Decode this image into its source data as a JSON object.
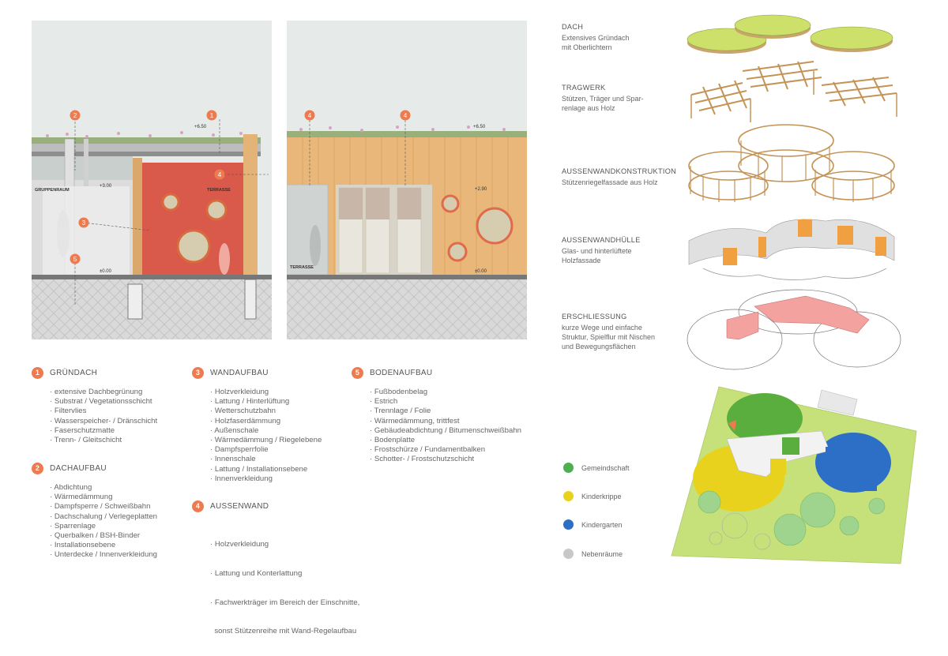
{
  "section_left": {
    "markers": [
      "2",
      "1",
      "3",
      "4",
      "5"
    ],
    "level_top": "+6.50",
    "level_mid": "+3.00",
    "level_zero": "±0.00",
    "room_label": "GRUPPENRAUM",
    "terrace_label": "TERRASSE"
  },
  "section_right": {
    "markers": [
      "4",
      "4"
    ],
    "level_top": "+6.50",
    "level_window": "+2.90",
    "level_zero": "±0.00",
    "terrace_label": "TERRASSE"
  },
  "legend": [
    {
      "num": "1",
      "title": "GRÜNDACH",
      "items": [
        "· extensive Dachbegrünung",
        "· Substrat / Vegetationsschicht",
        "· Filtervlies",
        "· Wasserspeicher- / Dränschicht",
        "· Faserschutzmatte",
        "· Trenn- / Gleitschicht"
      ]
    },
    {
      "num": "2",
      "title": "DACHAUFBAU",
      "items": [
        "· Abdichtung",
        "· Wärmedämmung",
        "· Dampfsperre / Schweißbahn",
        "· Dachschalung / Verlegeplatten",
        "· Sparrenlage",
        "· Querbalken / BSH-Binder",
        "· Installationsebene",
        "· Unterdecke / Innenverkleidung"
      ]
    },
    {
      "num": "3",
      "title": "WANDAUFBAU",
      "items": [
        "· Holzverkleidung",
        "· Lattung / Hinterlüftung",
        "· Wetterschutzbahn",
        "· Holzfaserdämmung",
        "· Außenschale",
        "· Wärmedämmung / Riegelebene",
        "· Dampfsperrfolie",
        "· Innenschale",
        "· Lattung / Installationsebene",
        "· Innenverkleidung"
      ]
    },
    {
      "num": "4",
      "title": "AUSSENWAND",
      "items": [
        "· Holzverkleidung",
        "· Lattung und Konterlattung",
        "· Fachwerkträger im Bereich der Einschnitte,",
        "  sonst Stützenreihe mit Wand-Regelaufbau"
      ]
    },
    {
      "num": "5",
      "title": "BODENAUFBAU",
      "items": [
        "· Fußbodenbelag",
        "· Estrich",
        "· Trennlage / Folie",
        "· Wärmedämmung, trittfest",
        "· Gebäudeabdichtung / Bitumenschweißbahn",
        "· Bodenplatte",
        "· Frostschürze / Fundamentbalken",
        "· Schotter- / Frostschutzschicht"
      ]
    }
  ],
  "exploded": [
    {
      "title": "DACH",
      "lines": [
        "Extensives Gründach",
        "mit Oberlichtern"
      ]
    },
    {
      "title": "TRAGWERK",
      "lines": [
        "Stützen, Träger und Spar-",
        "renlage aus Holz"
      ]
    },
    {
      "title": "AUSSENWANDKONSTRUKTION",
      "lines": [
        "Stützenriegelfassade aus Holz"
      ]
    },
    {
      "title": "AUSSENWANDHÜLLE",
      "lines": [
        "Glas- und hinterlüftete",
        "Holzfassade"
      ]
    },
    {
      "title": "ERSCHLIESSUNG",
      "lines": [
        "kurze Wege und einfache",
        "Struktur, Spielflur mit Nischen",
        "und  Bewegungsflächen"
      ]
    }
  ],
  "key": [
    {
      "label": "Gemeindschaft",
      "color": "#4caf50"
    },
    {
      "label": "Kinderkrippe",
      "color": "#e8d21e"
    },
    {
      "label": "Kindergarten",
      "color": "#2d6fc7"
    },
    {
      "label": "Nebenräume",
      "color": "#c8c8c8"
    }
  ]
}
